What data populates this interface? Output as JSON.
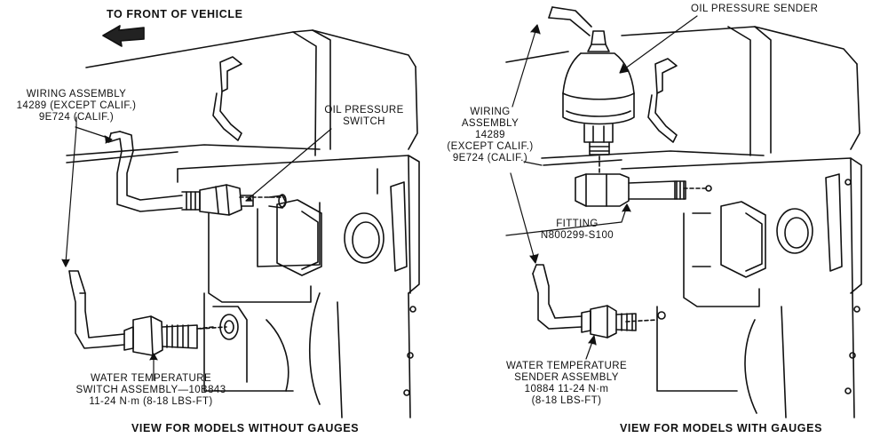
{
  "header": {
    "front_label": "TO FRONT OF VEHICLE"
  },
  "left_view": {
    "caption": "VIEW FOR MODELS WITHOUT GAUGES",
    "wiring": [
      "WIRING ASSEMBLY",
      "14289 (EXCEPT CALIF.)",
      "9E724 (CALIF.)"
    ],
    "oil_switch": [
      "OIL PRESSURE",
      "SWITCH"
    ],
    "water_temp": [
      "WATER TEMPERATURE",
      "SWITCH ASSEMBLY—10B843",
      "11-24 N·m (8-18 LBS-FT)"
    ]
  },
  "right_view": {
    "caption": "VIEW FOR MODELS WITH GAUGES",
    "oil_sender": "OIL PRESSURE SENDER",
    "wiring": [
      "WIRING",
      "ASSEMBLY",
      "14289",
      "(EXCEPT CALIF.)",
      "9E724 (CALIF.)"
    ],
    "fitting": [
      "FITTING",
      "N800299-S100"
    ],
    "water_temp": [
      "WATER TEMPERATURE",
      "SENDER ASSEMBLY",
      "10884  11-24 N·m",
      "(8-18 LBS-FT)"
    ]
  }
}
